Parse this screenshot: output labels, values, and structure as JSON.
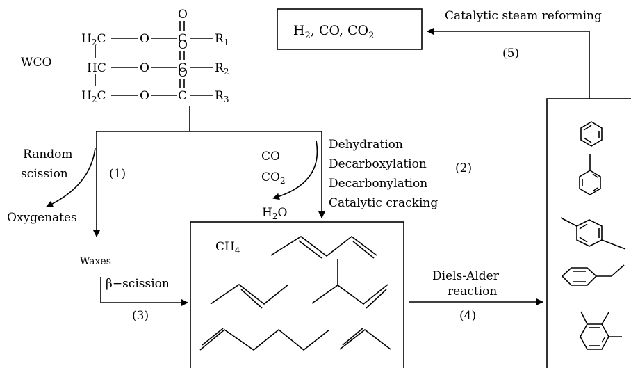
{
  "wco": {
    "label": "WCO",
    "rows": [
      {
        "carbon": "H",
        "carbon_sub": "2",
        "carbon_tail": "C",
        "o": "O",
        "c": "C",
        "r": "R",
        "r_sub": "1",
        "dbl_o": "O"
      },
      {
        "carbon": "HC",
        "carbon_sub": "",
        "carbon_tail": "",
        "o": "O",
        "c": "C",
        "r": "R",
        "r_sub": "2",
        "dbl_o": "O"
      },
      {
        "carbon": "H",
        "carbon_sub": "2",
        "carbon_tail": "C",
        "o": "O",
        "c": "C",
        "r": "R",
        "r_sub": "3",
        "dbl_o": "O"
      }
    ]
  },
  "gas_box": {
    "parts": [
      "H",
      "2",
      ", CO, CO",
      "2"
    ]
  },
  "steps": {
    "s1": "(1)",
    "s2": "(2)",
    "s3": "(3)",
    "s4": "(4)",
    "s5": "(5)"
  },
  "labels": {
    "random": "Random",
    "scission": "scission",
    "oxygenates": "Oxygenates",
    "waxes": "Waxes",
    "beta": "β−scission",
    "co": "CO",
    "co2_main": "CO",
    "co2_sub": "2",
    "h2o_a": "H",
    "h2o_sub": "2",
    "h2o_b": "O",
    "dehydration": "Dehydration",
    "decarboxylation": "Decarboxylation",
    "decarbonylation": "Decarbonylation",
    "cracking": "Catalytic cracking",
    "diels1": "Diels-Alder",
    "diels2": "reaction",
    "steam": "Catalytic steam reforming",
    "ch4_main": "CH",
    "ch4_sub": "4"
  },
  "olefins": [
    "1,3-pentadiene",
    "2-butene",
    "3-methyl-1-butene",
    "1-hexene",
    "propene"
  ],
  "aromatics": [
    "benzene",
    "toluene",
    "p-xylene",
    "ethylbenzene",
    "1,2,3-trimethylbenzene"
  ]
}
